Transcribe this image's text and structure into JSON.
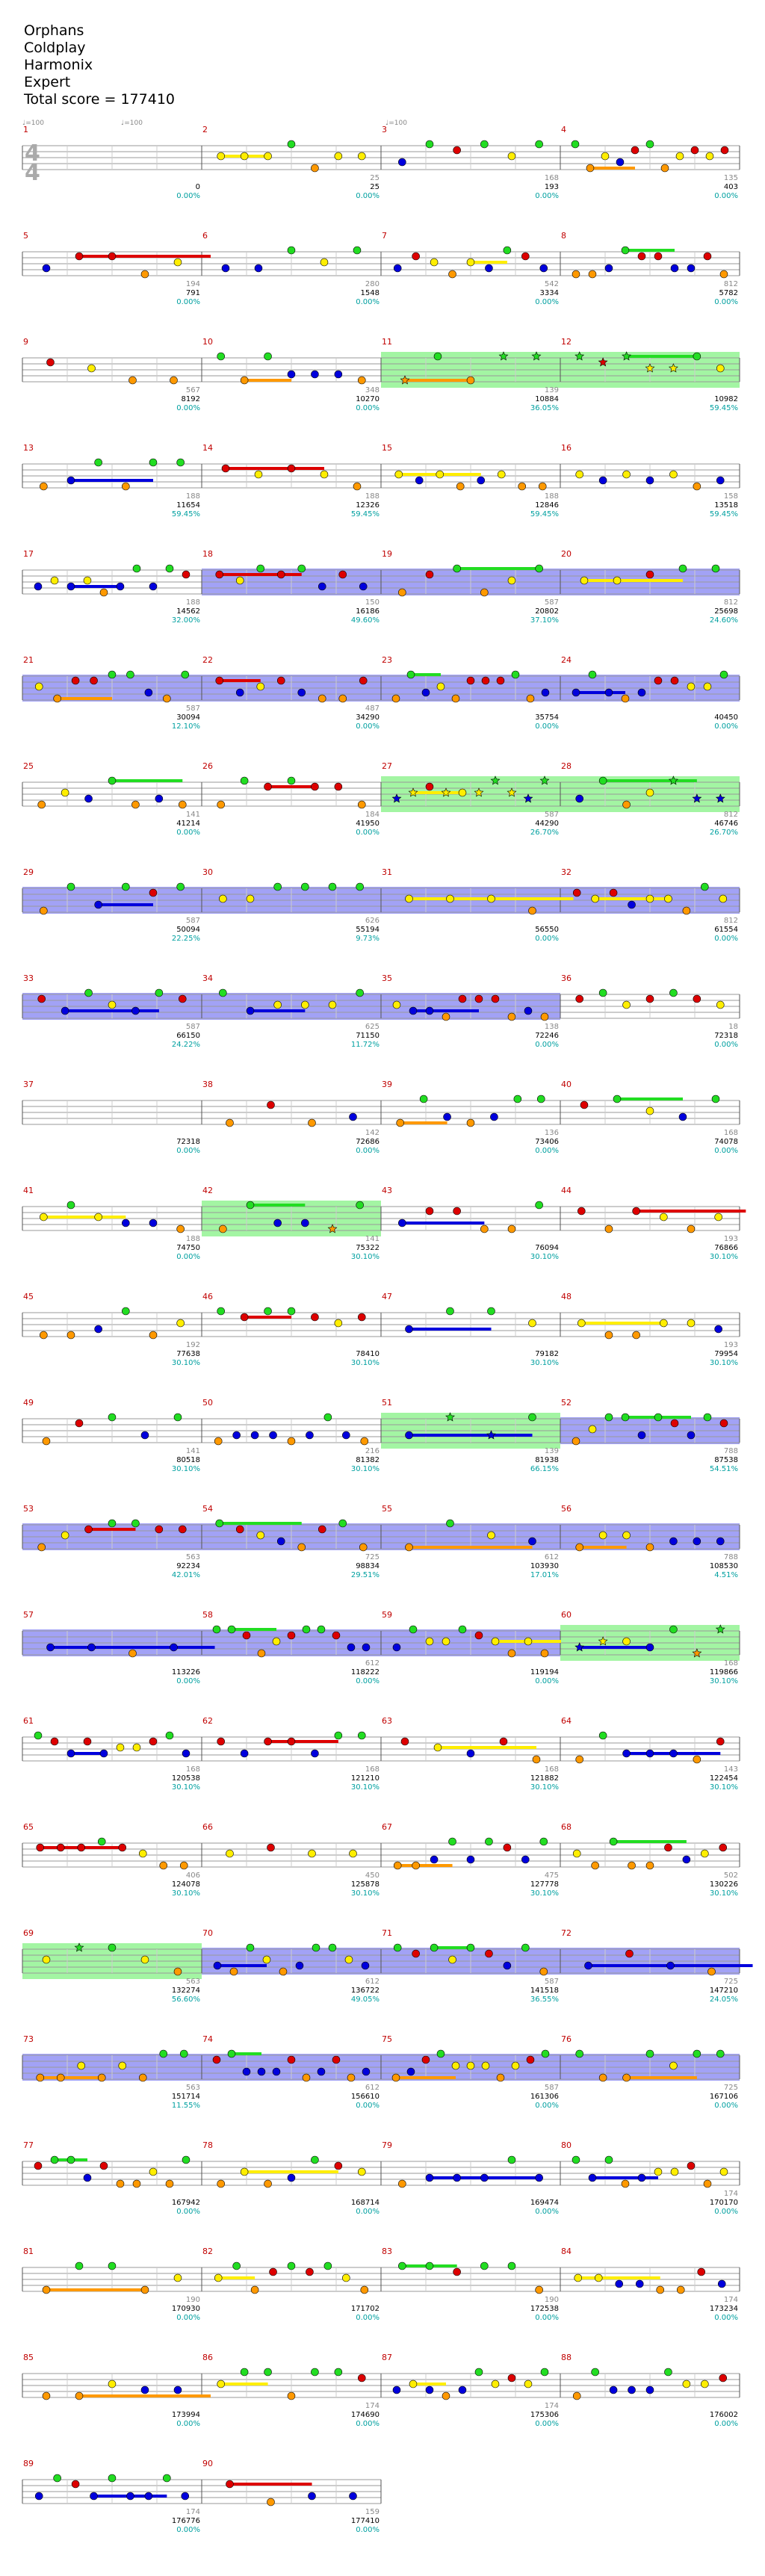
{
  "header": {
    "song": "Orphans",
    "artist": "Coldplay",
    "charter": "Harmonix",
    "difficulty": "Expert",
    "total_score": "Total score = 177410"
  },
  "time_signature": {
    "top": "4",
    "bottom": "4"
  },
  "tempo_label": "♩=100",
  "colors": {
    "green": "#22dd22",
    "red": "#dd0000",
    "yellow": "#ffee00",
    "blue": "#0000dd",
    "orange": "#ff9900",
    "overdrive_fill": "#5555ee",
    "solo_fill": "#66ee66",
    "text_teal": "#00a0a0"
  },
  "measures": [
    {
      "n": "1",
      "base": "",
      "score": "0",
      "pct": "0.00%"
    },
    {
      "n": "2",
      "base": "25",
      "score": "25",
      "pct": "0.00%"
    },
    {
      "n": "3",
      "base": "168",
      "score": "193",
      "pct": "0.00%"
    },
    {
      "n": "4",
      "base": "135",
      "score": "403",
      "pct": "0.00%"
    },
    {
      "n": "5",
      "base": "194",
      "score": "791",
      "pct": "0.00%"
    },
    {
      "n": "6",
      "base": "280",
      "score": "1548",
      "pct": "0.00%"
    },
    {
      "n": "7",
      "base": "542",
      "score": "3334",
      "pct": "0.00%"
    },
    {
      "n": "8",
      "base": "812",
      "score": "5782",
      "pct": "0.00%"
    },
    {
      "n": "9",
      "base": "567",
      "score": "8192",
      "pct": "0.00%"
    },
    {
      "n": "10",
      "base": "348",
      "score": "10270",
      "pct": "0.00%"
    },
    {
      "n": "11",
      "base": "139",
      "score": "10884",
      "pct": "36.05%"
    },
    {
      "n": "12",
      "base": "",
      "score": "10982",
      "pct": "59.45%"
    },
    {
      "n": "13",
      "base": "188",
      "score": "11654",
      "pct": "59.45%"
    },
    {
      "n": "14",
      "base": "188",
      "score": "12326",
      "pct": "59.45%"
    },
    {
      "n": "15",
      "base": "188",
      "score": "12846",
      "pct": "59.45%"
    },
    {
      "n": "16",
      "base": "158",
      "score": "13518",
      "pct": "59.45%"
    },
    {
      "n": "17",
      "base": "188",
      "score": "14562",
      "pct": "32.00%"
    },
    {
      "n": "18",
      "base": "150",
      "score": "16186",
      "pct": "49.60%"
    },
    {
      "n": "19",
      "base": "587",
      "score": "20802",
      "pct": "37.10%"
    },
    {
      "n": "20",
      "base": "812",
      "score": "25698",
      "pct": "24.60%"
    },
    {
      "n": "21",
      "base": "587",
      "score": "30094",
      "pct": "12.10%"
    },
    {
      "n": "22",
      "base": "487",
      "score": "34290",
      "pct": "0.00%"
    },
    {
      "n": "23",
      "base": "",
      "score": "35754",
      "pct": "0.00%"
    },
    {
      "n": "24",
      "base": "",
      "score": "40450",
      "pct": "0.00%"
    },
    {
      "n": "25",
      "base": "141",
      "score": "41214",
      "pct": "0.00%"
    },
    {
      "n": "26",
      "base": "184",
      "score": "41950",
      "pct": "0.00%"
    },
    {
      "n": "27",
      "base": "587",
      "score": "44290",
      "pct": "26.70%"
    },
    {
      "n": "28",
      "base": "812",
      "score": "46746",
      "pct": "26.70%"
    },
    {
      "n": "29",
      "base": "587",
      "score": "50094",
      "pct": "22.25%"
    },
    {
      "n": "30",
      "base": "626",
      "score": "55194",
      "pct": "9.73%"
    },
    {
      "n": "31",
      "base": "",
      "score": "56550",
      "pct": "0.00%"
    },
    {
      "n": "32",
      "base": "812",
      "score": "61554",
      "pct": "0.00%"
    },
    {
      "n": "33",
      "base": "587",
      "score": "66150",
      "pct": "24.22%"
    },
    {
      "n": "34",
      "base": "625",
      "score": "71150",
      "pct": "11.72%"
    },
    {
      "n": "35",
      "base": "138",
      "score": "72246",
      "pct": "0.00%"
    },
    {
      "n": "36",
      "base": "18",
      "score": "72318",
      "pct": "0.00%"
    },
    {
      "n": "37",
      "base": "",
      "score": "72318",
      "pct": "0.00%"
    },
    {
      "n": "38",
      "base": "142",
      "score": "72686",
      "pct": "0.00%"
    },
    {
      "n": "39",
      "base": "136",
      "score": "73406",
      "pct": "0.00%"
    },
    {
      "n": "40",
      "base": "168",
      "score": "74078",
      "pct": "0.00%"
    },
    {
      "n": "41",
      "base": "188",
      "score": "74750",
      "pct": "0.00%"
    },
    {
      "n": "42",
      "base": "141",
      "score": "75322",
      "pct": "30.10%"
    },
    {
      "n": "43",
      "base": "",
      "score": "76094",
      "pct": "30.10%"
    },
    {
      "n": "44",
      "base": "193",
      "score": "76866",
      "pct": "30.10%"
    },
    {
      "n": "45",
      "base": "192",
      "score": "77638",
      "pct": "30.10%"
    },
    {
      "n": "46",
      "base": "",
      "score": "78410",
      "pct": "30.10%"
    },
    {
      "n": "47",
      "base": "",
      "score": "79182",
      "pct": "30.10%"
    },
    {
      "n": "48",
      "base": "193",
      "score": "79954",
      "pct": "30.10%"
    },
    {
      "n": "49",
      "base": "141",
      "score": "80518",
      "pct": "30.10%"
    },
    {
      "n": "50",
      "base": "216",
      "score": "81382",
      "pct": "30.10%"
    },
    {
      "n": "51",
      "base": "139",
      "score": "81938",
      "pct": "66.15%"
    },
    {
      "n": "52",
      "base": "788",
      "score": "87538",
      "pct": "54.51%"
    },
    {
      "n": "53",
      "base": "563",
      "score": "92234",
      "pct": "42.01%"
    },
    {
      "n": "54",
      "base": "725",
      "score": "98834",
      "pct": "29.51%"
    },
    {
      "n": "55",
      "base": "612",
      "score": "103930",
      "pct": "17.01%"
    },
    {
      "n": "56",
      "base": "788",
      "score": "108530",
      "pct": "4.51%"
    },
    {
      "n": "57",
      "base": "",
      "score": "113226",
      "pct": "0.00%"
    },
    {
      "n": "58",
      "base": "612",
      "score": "118222",
      "pct": "0.00%"
    },
    {
      "n": "59",
      "base": "",
      "score": "119194",
      "pct": "0.00%"
    },
    {
      "n": "60",
      "base": "168",
      "score": "119866",
      "pct": "30.10%"
    },
    {
      "n": "61",
      "base": "168",
      "score": "120538",
      "pct": "30.10%"
    },
    {
      "n": "62",
      "base": "168",
      "score": "121210",
      "pct": "30.10%"
    },
    {
      "n": "63",
      "base": "168",
      "score": "121882",
      "pct": "30.10%"
    },
    {
      "n": "64",
      "base": "143",
      "score": "122454",
      "pct": "30.10%"
    },
    {
      "n": "65",
      "base": "406",
      "score": "124078",
      "pct": "30.10%"
    },
    {
      "n": "66",
      "base": "450",
      "score": "125878",
      "pct": "30.10%"
    },
    {
      "n": "67",
      "base": "475",
      "score": "127778",
      "pct": "30.10%"
    },
    {
      "n": "68",
      "base": "502",
      "score": "130226",
      "pct": "30.10%"
    },
    {
      "n": "69",
      "base": "563",
      "score": "132274",
      "pct": "56.60%"
    },
    {
      "n": "70",
      "base": "612",
      "score": "136722",
      "pct": "49.05%"
    },
    {
      "n": "71",
      "base": "587",
      "score": "141518",
      "pct": "36.55%"
    },
    {
      "n": "72",
      "base": "725",
      "score": "147210",
      "pct": "24.05%"
    },
    {
      "n": "73",
      "base": "563",
      "score": "151714",
      "pct": "11.55%"
    },
    {
      "n": "74",
      "base": "612",
      "score": "156610",
      "pct": "0.00%"
    },
    {
      "n": "75",
      "base": "587",
      "score": "161306",
      "pct": "0.00%"
    },
    {
      "n": "76",
      "base": "725",
      "score": "167106",
      "pct": "0.00%"
    },
    {
      "n": "77",
      "base": "",
      "score": "167942",
      "pct": "0.00%"
    },
    {
      "n": "78",
      "base": "",
      "score": "168714",
      "pct": "0.00%"
    },
    {
      "n": "79",
      "base": "",
      "score": "169474",
      "pct": "0.00%"
    },
    {
      "n": "80",
      "base": "174",
      "score": "170170",
      "pct": "0.00%"
    },
    {
      "n": "81",
      "base": "190",
      "score": "170930",
      "pct": "0.00%"
    },
    {
      "n": "82",
      "base": "",
      "score": "171702",
      "pct": "0.00%"
    },
    {
      "n": "83",
      "base": "190",
      "score": "172538",
      "pct": "0.00%"
    },
    {
      "n": "84",
      "base": "174",
      "score": "173234",
      "pct": "0.00%"
    },
    {
      "n": "85",
      "base": "",
      "score": "173994",
      "pct": "0.00%"
    },
    {
      "n": "86",
      "base": "174",
      "score": "174690",
      "pct": "0.00%"
    },
    {
      "n": "87",
      "base": "174",
      "score": "175306",
      "pct": "0.00%"
    },
    {
      "n": "88",
      "base": "",
      "score": "176002",
      "pct": "0.00%"
    },
    {
      "n": "89",
      "base": "174",
      "score": "176776",
      "pct": "0.00%"
    },
    {
      "n": "90",
      "base": "159",
      "score": "177410",
      "pct": "0.00%"
    }
  ],
  "sections": {
    "overdrive": [
      "18",
      "19",
      "20",
      "21",
      "22",
      "23",
      "24",
      "29",
      "30",
      "31",
      "32",
      "33",
      "34",
      "35",
      "52",
      "53",
      "54",
      "55",
      "56",
      "57",
      "58",
      "59",
      "70",
      "71",
      "72",
      "73",
      "74",
      "75",
      "76"
    ],
    "solo": [
      "11",
      "12",
      "27",
      "28",
      "42",
      "51",
      "60",
      "69"
    ]
  }
}
